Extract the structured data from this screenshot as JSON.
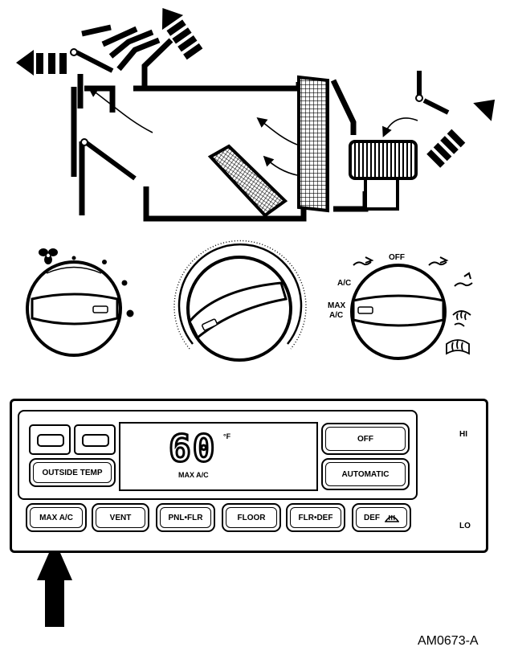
{
  "figure_id": "AM0673-A",
  "mode_dial": {
    "ac_label": "A/C",
    "off_label": "OFF",
    "max_ac_line1": "MAX",
    "max_ac_line2": "A/C"
  },
  "control_panel": {
    "display": {
      "temperature": "60",
      "unit": "°F",
      "mode": "MAX A/C"
    },
    "buttons": {
      "outside_temp": "OUTSIDE TEMP",
      "off": "OFF",
      "automatic": "AUTOMATIC",
      "max_ac": "MAX A/C",
      "vent": "VENT",
      "panel_floor": "PNL•FLR",
      "floor": "FLOOR",
      "floor_defrost": "FLR•DEF",
      "defrost": "DEF"
    },
    "fan_slider": {
      "high_label": "HI",
      "low_label": "LO"
    }
  },
  "icons": [
    "fan-icon",
    "panel-vent-icon",
    "floor-vent-icon",
    "defrost-icon",
    "rear-defrost-icon",
    "arrow-up-icon"
  ]
}
